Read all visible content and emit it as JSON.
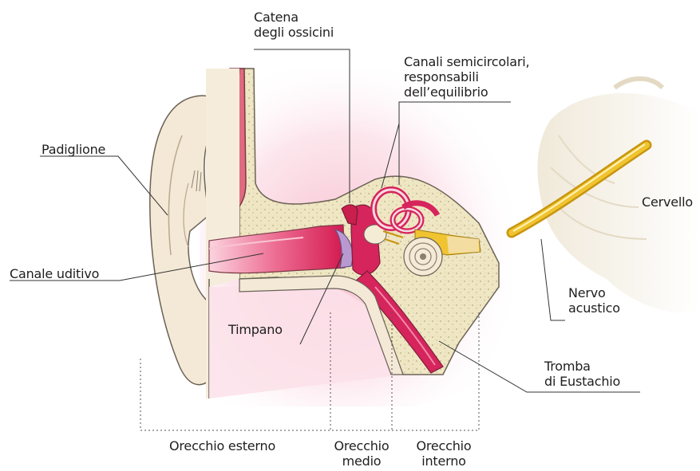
{
  "labels": {
    "catena": "Catena\ndegli ossicini",
    "canali": "Canali semicircolari,\nresponsabili\ndell’equilibrio",
    "padiglione": "Padiglione",
    "cervello": "Cervello",
    "canale_uditivo": "Canale uditivo",
    "nervo": "Nervo\nacustico",
    "timpano": "Timpano",
    "tromba": "Tromba\ndi Eustachio",
    "orecchio_esterno": "Orecchio esterno",
    "orecchio_medio": "Orecchio\nmedio",
    "orecchio_interno": "Orecchio\ninterno"
  },
  "colors": {
    "skin": "#f4e9d6",
    "skin_shadow": "#e6d4b8",
    "bone": "#efe6c4",
    "bone_dots": "#c9bb8e",
    "canal_red": "#d6245c",
    "canal_light": "#f3aac0",
    "pink_bg": "#fbe3ea",
    "timpano": "#b89ad0",
    "nerve": "#e3b21b",
    "outline": "#3a3a3a",
    "leader": "#333333"
  }
}
